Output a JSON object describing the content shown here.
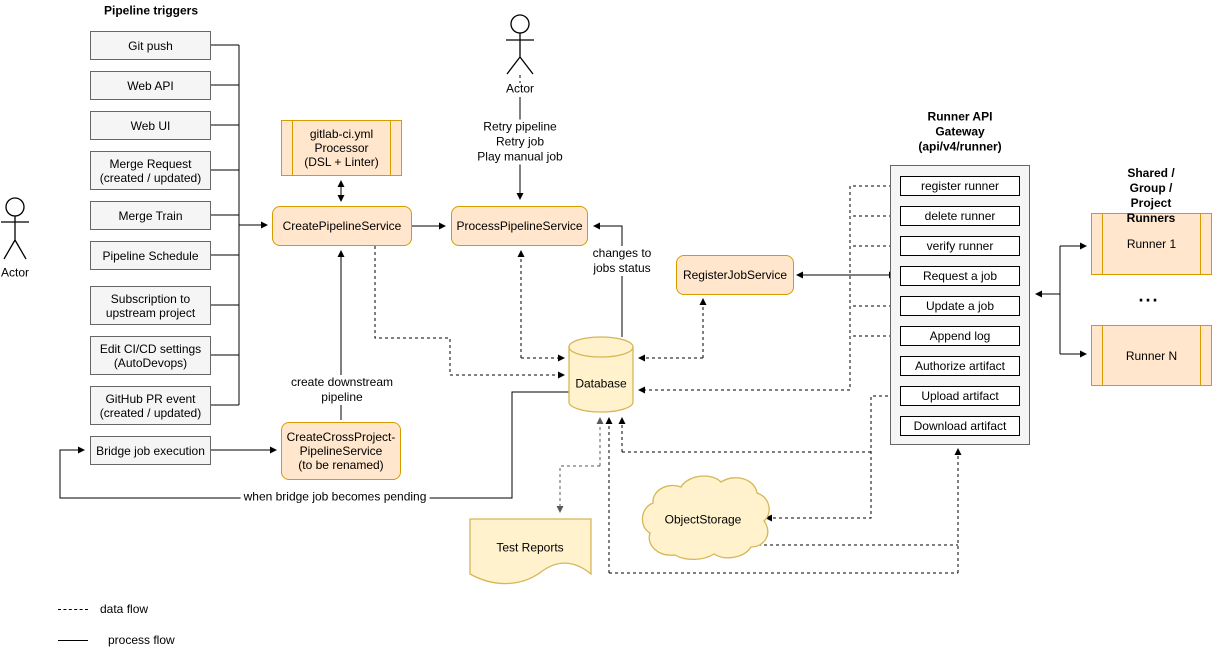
{
  "colors": {
    "orange_fill": "#FFE6CC",
    "orange_stroke": "#D79B00",
    "yellow_fill": "#FFF2CC",
    "yellow_stroke": "#D6B656",
    "gray_fill": "#F5F5F5",
    "gray_stroke": "#666666",
    "line": "#000000"
  },
  "actors": {
    "left": "Actor",
    "top": "Actor"
  },
  "triggers": {
    "title": "Pipeline triggers",
    "items": [
      "Git push",
      "Web API",
      "Web UI",
      "Merge Request\n(created / updated)",
      "Merge Train",
      "Pipeline Schedule",
      "Subscription to\nupstream project",
      "Edit CI/CD settings\n(AutoDevops)",
      "GitHub PR event\n(created / updated)",
      "Bridge job execution"
    ]
  },
  "services": {
    "processor": "gitlab-ci.yml\nProcessor\n(DSL + Linter)",
    "create_pipeline": "CreatePipelineService",
    "process_pipeline": "ProcessPipelineService",
    "create_cross_project": "CreateCrossProject-\nPipelineService\n(to be renamed)",
    "register_job": "RegisterJobService"
  },
  "gateway": {
    "title": "Runner API\nGateway\n(api/v4/runner)",
    "items": [
      "register runner",
      "delete runner",
      "verify runner",
      "Request a job",
      "Update a job",
      "Append log",
      "Authorize artifact",
      "Upload artifact",
      "Download artifact"
    ]
  },
  "runners": {
    "title": "Shared / Group / Project\nRunners",
    "first": "Runner 1",
    "ellipsis": "...",
    "last": "Runner N"
  },
  "storage": {
    "database": "Database",
    "object_storage": "ObjectStorage",
    "test_reports": "Test Reports"
  },
  "edge_labels": {
    "retry": "Retry pipeline\nRetry job\nPlay manual job",
    "changes_to_jobs_status": "changes to\njobs status",
    "create_downstream": "create downstream\npipeline",
    "when_bridge": "when bridge job becomes pending"
  },
  "legend": {
    "data_flow": "data flow",
    "process_flow": "process flow"
  }
}
